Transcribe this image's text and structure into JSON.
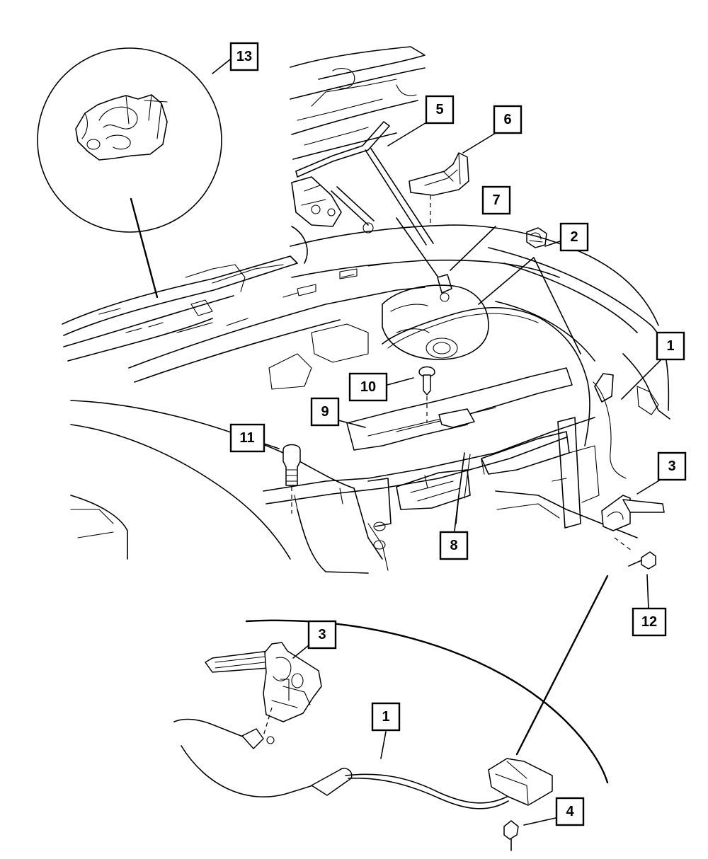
{
  "diagram": {
    "callouts": [
      {
        "id": "c13",
        "label": "13",
        "name": "callout-13"
      },
      {
        "id": "c5",
        "label": "5",
        "name": "callout-5"
      },
      {
        "id": "c6",
        "label": "6",
        "name": "callout-6"
      },
      {
        "id": "c7",
        "label": "7",
        "name": "callout-7"
      },
      {
        "id": "c2",
        "label": "2",
        "name": "callout-2"
      },
      {
        "id": "c1a",
        "label": "1",
        "name": "callout-1-upper"
      },
      {
        "id": "c10",
        "label": "10",
        "name": "callout-10"
      },
      {
        "id": "c9",
        "label": "9",
        "name": "callout-9"
      },
      {
        "id": "c11",
        "label": "11",
        "name": "callout-11"
      },
      {
        "id": "c3a",
        "label": "3",
        "name": "callout-3-upper"
      },
      {
        "id": "c8",
        "label": "8",
        "name": "callout-8"
      },
      {
        "id": "c12",
        "label": "12",
        "name": "callout-12"
      },
      {
        "id": "c3b",
        "label": "3",
        "name": "callout-3-detail"
      },
      {
        "id": "c1b",
        "label": "1",
        "name": "callout-1-detail"
      },
      {
        "id": "c4",
        "label": "4",
        "name": "callout-4"
      }
    ]
  }
}
